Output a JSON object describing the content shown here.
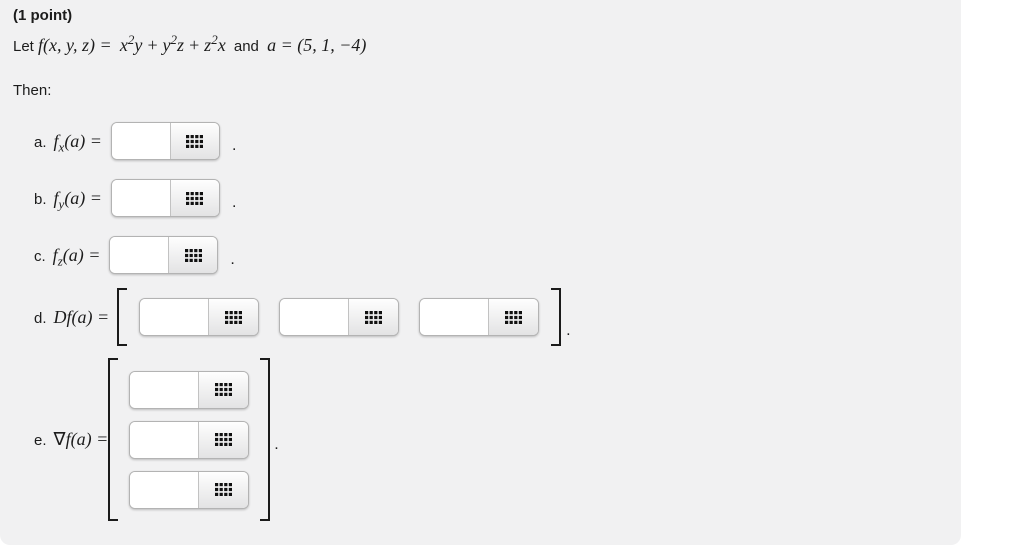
{
  "header": {
    "points": "(1 point)"
  },
  "statement": {
    "let": "Let",
    "f_def": "f(x, y, z) =",
    "t1_base": "x",
    "t1_sup": "2",
    "t1_tail": "y",
    "plus1": "+",
    "t2_base": "y",
    "t2_sup": "2",
    "t2_tail": "z",
    "plus2": "+",
    "t3_base": "z",
    "t3_sup": "2",
    "t3_tail": "x",
    "and": "and",
    "a_def": "a = (5, 1, −4)"
  },
  "then_label": "Then:",
  "punctuation": {
    "period": "."
  },
  "rows": {
    "a": {
      "letter": "a.",
      "func": "f",
      "sub": "x",
      "rest": "(a) ="
    },
    "b": {
      "letter": "b.",
      "func": "f",
      "sub": "y",
      "rest": "(a) ="
    },
    "c": {
      "letter": "c.",
      "func": "f",
      "sub": "z",
      "rest": "(a) ="
    },
    "d": {
      "letter": "d.",
      "func": "Df",
      "rest": "(a) ="
    },
    "e": {
      "letter": "e.",
      "nabla": "∇",
      "func": "f",
      "rest": "(a) ="
    }
  },
  "inputs": {
    "a": "",
    "b": "",
    "c": "",
    "d1": "",
    "d2": "",
    "d3": "",
    "e1": "",
    "e2": "",
    "e3": ""
  },
  "colors": {
    "panel_bg": "#f1f1f2",
    "panel_border": "#dcdcde",
    "icon": "#111111",
    "button_gradient_top": "#fefefe",
    "button_gradient_bottom": "#e3e3e4"
  }
}
